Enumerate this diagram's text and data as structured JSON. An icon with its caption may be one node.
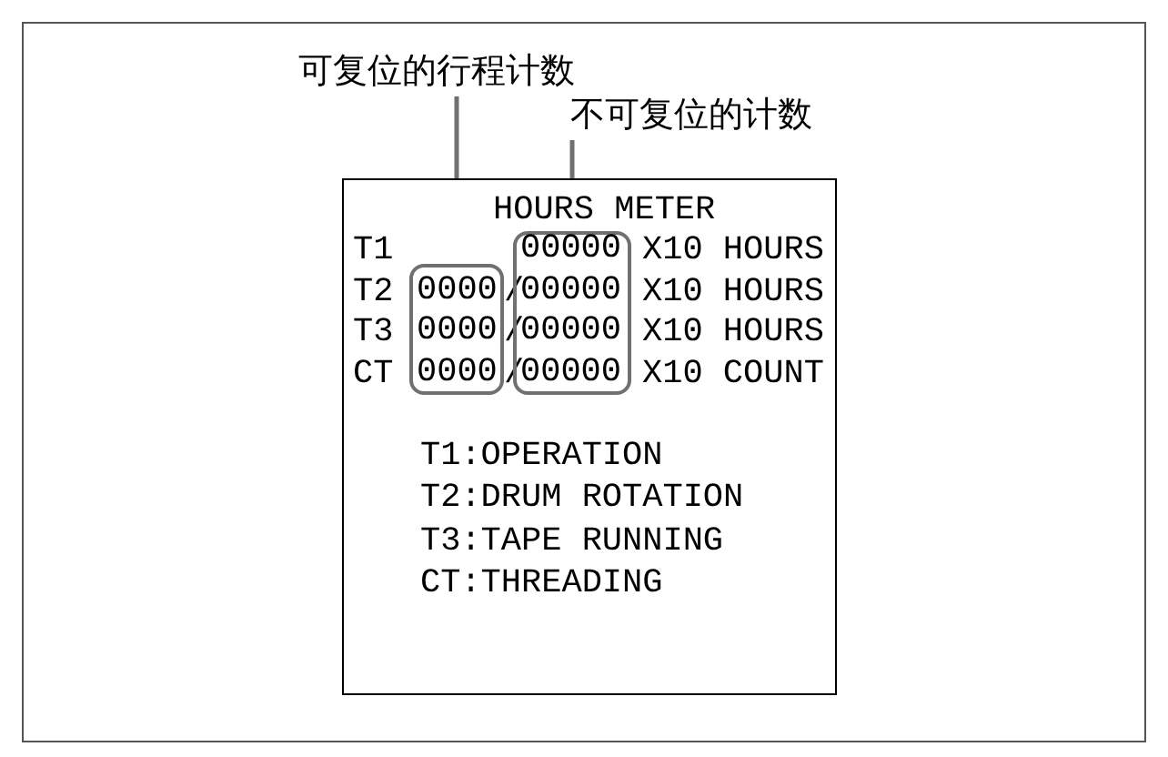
{
  "diagram": {
    "nodes": [
      {
        "text": [
          "可复位的行程计数"
        ]
      },
      {
        "text": [
          "不可复位的计数"
        ]
      },
      {
        "text": [
          "HOURS METER"
        ]
      },
      {
        "text": [
          "0000",
          "0000",
          "0000"
        ],
        "in": 2
      },
      {
        "text": [
          "00000",
          "00000",
          "00000",
          "00000"
        ],
        "in": 2
      }
    ],
    "edges": [
      {
        "from": 0,
        "to": 3,
        "arrow": "none"
      },
      {
        "from": 1,
        "to": 4,
        "arrow": "none"
      }
    ],
    "labels": [
      "T1",
      "X10 HOURS",
      "T2",
      "/",
      "X10 HOURS",
      "T3",
      "/",
      "X10 HOURS",
      "CT",
      "/",
      "X10 COUNT",
      "T1:OPERATION",
      "T2:DRUM ROTATION",
      "T3:TAPE RUNNING",
      "CT:THREADING"
    ]
  }
}
